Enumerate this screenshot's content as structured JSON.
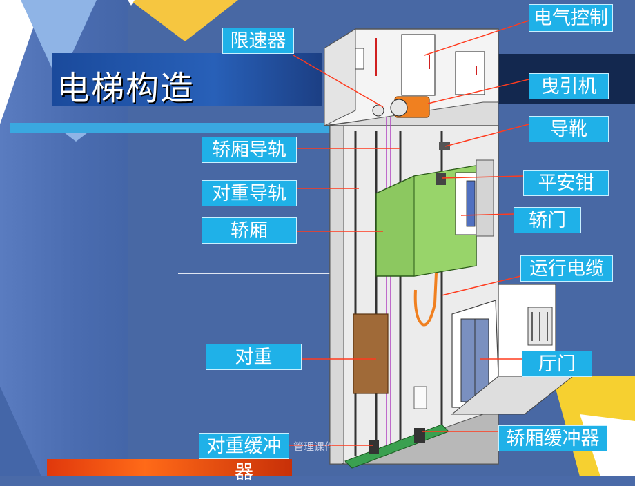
{
  "title": "电梯构造",
  "footer": "管理课件",
  "labels": {
    "xiansuqi": "限速器",
    "dianqi": "电气控制",
    "yeyinji": "曳引机",
    "daoxue": "导靴",
    "jiaoxiang_daogui": "轿厢导轨",
    "pinganqian": "平安钳",
    "duizhong_daogui": "对重导轨",
    "jiaomen": "轿门",
    "jiaoxiang": "轿厢",
    "yunxing_dianlan": "运行电缆",
    "duizhong": "对重",
    "tingmen": "厅门",
    "duizhong_huanchongqi": "对重缓冲器",
    "jiaoxiang_huanchongqi": "轿厢缓冲器"
  },
  "colors": {
    "label_bg": "#1fb1e8",
    "leader_line": "#ff3b1e",
    "car_green": "#8cc860",
    "counterweight": "#a06a38",
    "motor_orange": "#f08020"
  }
}
